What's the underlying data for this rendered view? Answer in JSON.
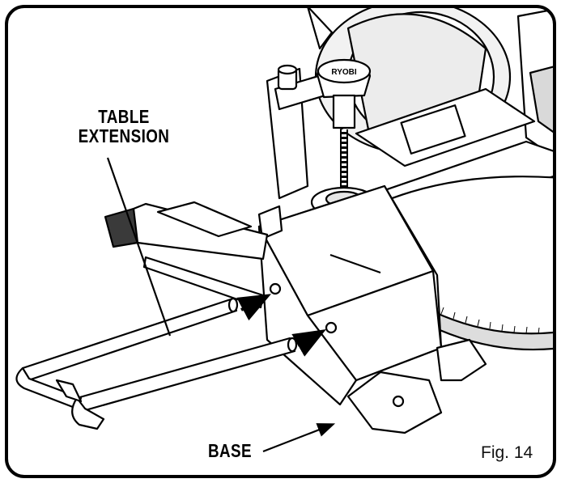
{
  "labels": {
    "table_extension_line1": "TABLE",
    "table_extension_line2": "EXTENSION",
    "base": "BASE",
    "figure": "Fig. 14"
  },
  "brand": {
    "logo_text": "RYOBI"
  },
  "colors": {
    "ink": "#000000",
    "paper": "#ffffff",
    "shade": "#e6e6e6",
    "dark_fill": "#3a3a3a"
  }
}
